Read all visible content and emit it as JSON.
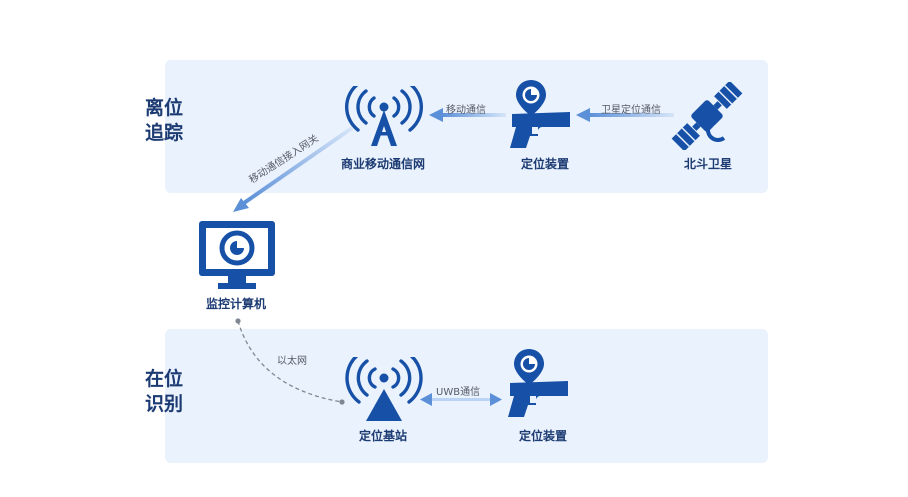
{
  "colors": {
    "panel_bg": "#eaf2fd",
    "icon_blue": "#1650a7",
    "title_text": "#1d3b73",
    "arrow_light": "#bcd4f3",
    "arrow_dark": "#5b8fd8",
    "dashed_line": "#7f8791"
  },
  "sections": {
    "offsite": {
      "line1": "离位",
      "line2": "追踪"
    },
    "onsite": {
      "line1": "在位",
      "line2": "识别"
    }
  },
  "nodes": {
    "cellular_network": {
      "label": "商业移动通信网",
      "icon": "signal-tower-icon"
    },
    "locator_top": {
      "label": "定位装置",
      "icon": "pistol-locator-icon"
    },
    "beidou": {
      "label": "北斗卫星",
      "icon": "satellite-icon"
    },
    "monitor_pc": {
      "label": "监控计算机",
      "icon": "monitor-icon"
    },
    "base_station": {
      "label": "定位基站",
      "icon": "base-station-icon"
    },
    "locator_bottom": {
      "label": "定位装置",
      "icon": "pistol-locator-icon"
    }
  },
  "edges": {
    "sat_to_locator": "卫星定位通信",
    "locator_to_network": "移动通信",
    "network_to_pc": "移动通信接入网关",
    "pc_to_base": "以太网",
    "base_locator": "UWB通信"
  }
}
